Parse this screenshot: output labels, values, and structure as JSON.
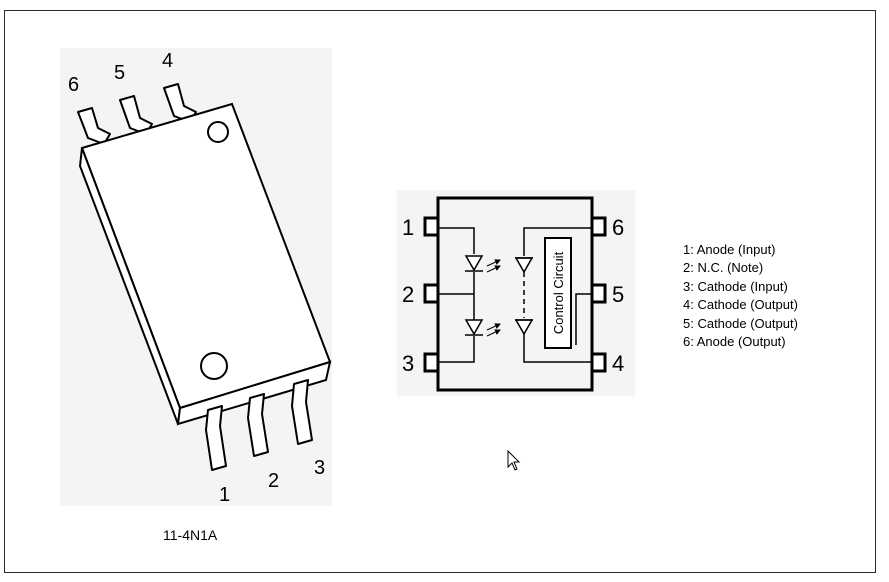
{
  "package": {
    "pin_labels_top": [
      "6",
      "5",
      "4"
    ],
    "pin_labels_bottom": [
      "1",
      "2",
      "3"
    ],
    "package_code": "11-4N1A"
  },
  "schematic": {
    "left_pins": [
      "1",
      "2",
      "3"
    ],
    "right_pins": [
      "6",
      "5",
      "4"
    ],
    "control_block_label": "Control Circuit"
  },
  "pin_descriptions": [
    "1: Anode (Input)",
    "2: N.C. (Note)",
    "3: Cathode (Input)",
    "4: Cathode (Output)",
    "5: Cathode (Output)",
    "6: Anode (Output)"
  ],
  "icons": {
    "cursor": "mouse-pointer-icon"
  }
}
